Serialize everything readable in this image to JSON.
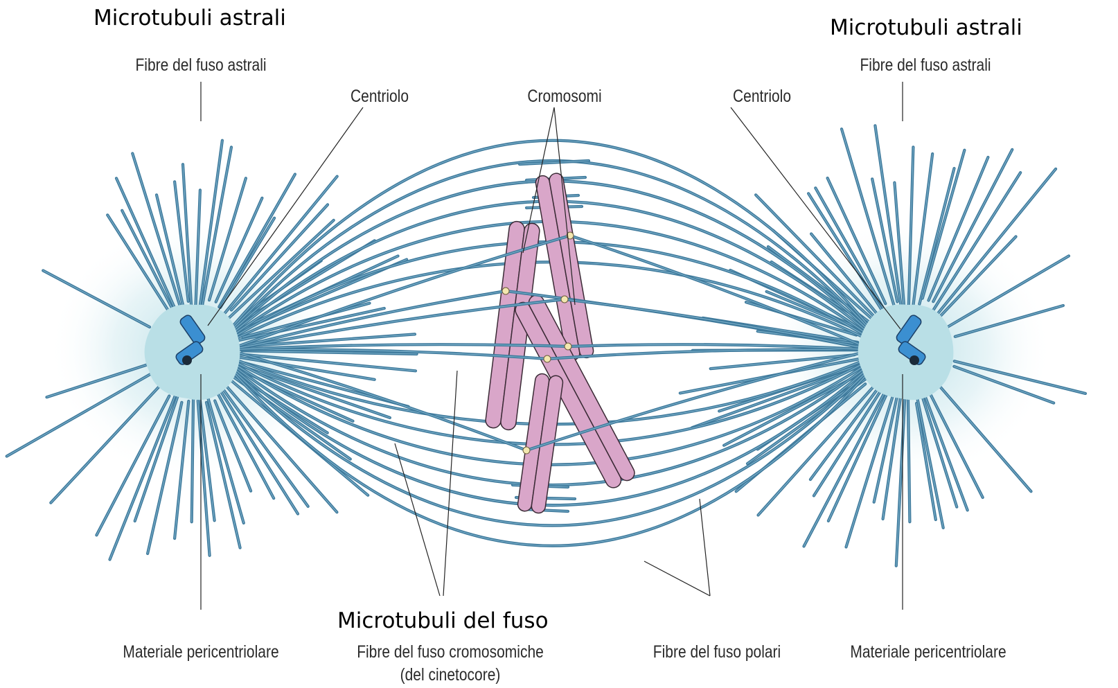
{
  "labels": {
    "astral_handwritten_left": "Microtubuli astrali",
    "astral_handwritten_right": "Microtubuli astrali",
    "astral_fibers_left": "Fibre del fuso astrali",
    "astral_fibers_right": "Fibre del fuso astrali",
    "centriole_left": "Centriolo",
    "centriole_right": "Centriolo",
    "chromosomes": "Cromosomi",
    "spindle_microtubules_handwritten": "Microtubuli del fuso",
    "pericentriolar_left": "Materiale pericentriolare",
    "pericentriolar_right": "Materiale pericentriolare",
    "chromosomal_fibers_line1": "Fibre del fuso cromosomiche",
    "chromosomal_fibers_line2": "(del cinetocore)",
    "polar_fibers": "Fibre del fuso polari"
  },
  "colors": {
    "microtubule": "#3f7a9c",
    "microtubule_highlight": "#8fc0d8",
    "centrosome": "#b9dfe6",
    "centriole": "#3b8fd1",
    "chromosome": "#d9a6c9",
    "chromosome_outline": "#3a2a35",
    "kinetochore": "#f3e7b0"
  }
}
